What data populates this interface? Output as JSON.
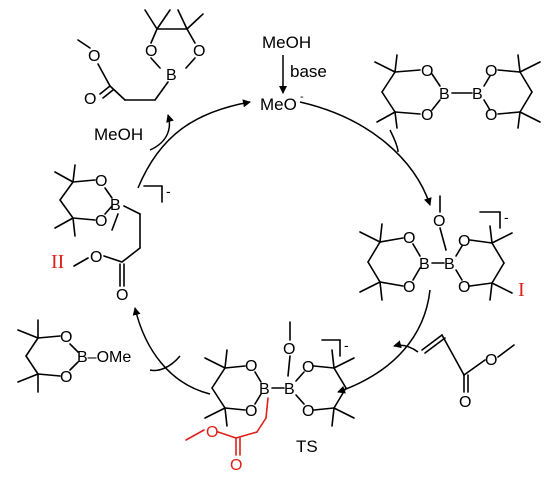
{
  "reagents": {
    "meoh_top": "MeOH",
    "base": "base",
    "methoxide": "MeO",
    "methoxide_charge": "-",
    "meoh_left": "MeOH"
  },
  "atoms": {
    "O": "O",
    "B": "B",
    "B_OMe": "B–OMe"
  },
  "charges": {
    "minus": "-"
  },
  "labels": {
    "intermediate_I": "I",
    "intermediate_II": "II",
    "transition_state": "TS"
  },
  "colors": {
    "highlight": "#e0201a",
    "ink": "#000000"
  }
}
